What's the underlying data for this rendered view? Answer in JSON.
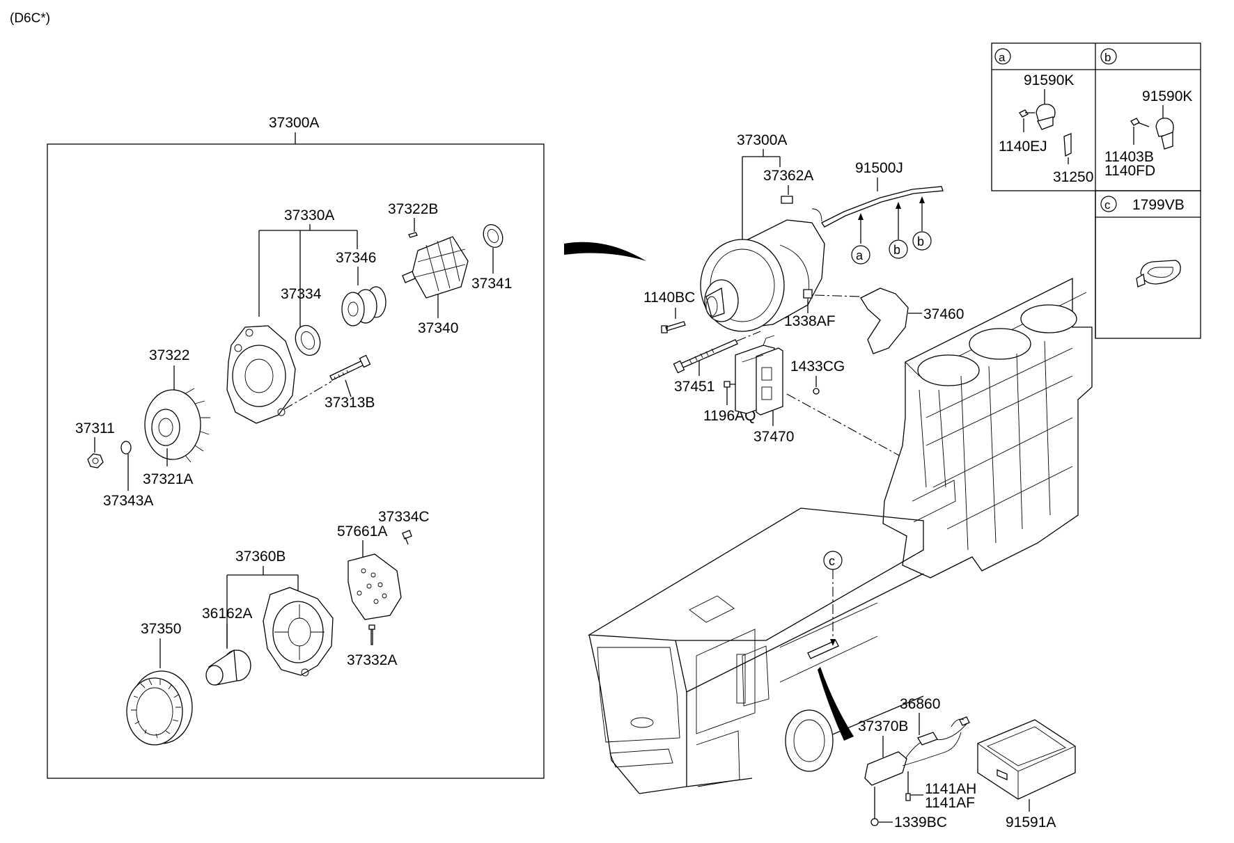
{
  "page": {
    "model_code": "(D6C*)"
  },
  "alternator_box": {
    "title": "37300A",
    "parts": {
      "p37330A": "37330A",
      "p37322B": "37322B",
      "p37346": "37346",
      "p37334": "37334",
      "p37341": "37341",
      "p37340": "37340",
      "p37322": "37322",
      "p37313B": "37313B",
      "p37311": "37311",
      "p37321A": "37321A",
      "p37343A": "37343A",
      "p37334C": "37334C",
      "p57661A": "57661A",
      "p37360B": "37360B",
      "p36162A": "36162A",
      "p37350": "37350",
      "p37332A": "37332A"
    }
  },
  "engine_assembly": {
    "p37300A": "37300A",
    "p37362A": "37362A",
    "p91500J": "91500J",
    "p1140BC": "1140BC",
    "p1338AF": "1338AF",
    "p37460": "37460",
    "p37451": "37451",
    "p1433CG": "1433CG",
    "p1196AQ": "1196AQ",
    "p37470": "37470",
    "callout_a": "a",
    "callout_b1": "b",
    "callout_b2": "b"
  },
  "vehicle_area": {
    "callout_c": "c",
    "p36860": "36860",
    "p37370B": "37370B",
    "p1141AH": "1141AH",
    "p1141AF": "1141AF",
    "p1339BC": "1339BC",
    "p91591A": "91591A"
  },
  "detail_table": {
    "cell_a": {
      "letter": "a",
      "parts": [
        "91590K",
        "1140EJ",
        "31250"
      ]
    },
    "cell_b": {
      "letter": "b",
      "parts": [
        "91590K",
        "11403B",
        "1140FD"
      ]
    },
    "cell_c": {
      "letter": "c",
      "part": "1799VB"
    }
  }
}
